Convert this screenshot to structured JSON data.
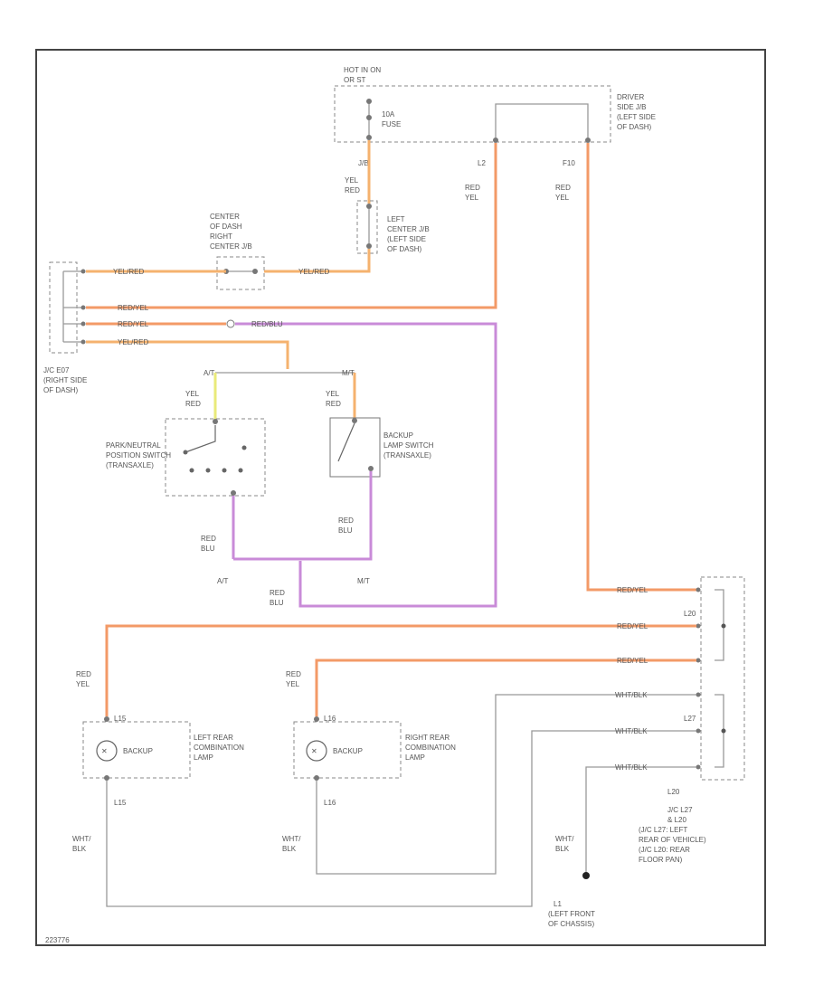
{
  "fuse_box": {
    "label_l1": "HOT IN ON",
    "label_l2": "OR ST",
    "fuse_l1": "10A",
    "fuse_l2": "FUSE"
  },
  "driver_jb": {
    "l1": "DRIVER",
    "l2": "SIDE J/B",
    "l3": "(LEFT SIDE",
    "l4": "OF DASH)"
  },
  "connectors": {
    "jb_top": "J/B",
    "l2": "L2",
    "f10": "F10",
    "l20": "L20",
    "l27": "L27"
  },
  "wires": {
    "yel_red": "YEL/RED",
    "red_yel": "RED/YEL",
    "red_blu": "RED/BLU",
    "yel_red_v1": "YEL",
    "yel_red_v2": "RED",
    "red_yel_v1": "RED",
    "red_yel_v2": "YEL",
    "red_blu_v1": "RED",
    "red_blu_v2": "BLU",
    "wht_blk": "WHT/BLK",
    "wht_v1": "WHT/",
    "wht_v2": "BLK"
  },
  "left_center_jb": {
    "l1": "LEFT",
    "l2": "CENTER J/B",
    "l3": "(LEFT SIDE",
    "l4": "OF DASH)"
  },
  "center_dash_jb": {
    "l1": "CENTER",
    "l2": "OF DASH",
    "l3": "RIGHT",
    "l4": "CENTER J/B"
  },
  "jc_right": {
    "l1": "J/C E07",
    "l2": "(RIGHT SIDE",
    "l3": "OF DASH)"
  },
  "pn_switch": {
    "l1": "PARK/NEUTRAL",
    "l2": "POSITION SWITCH",
    "l3": "(TRANSAXLE)"
  },
  "backup_switch": {
    "l1": "BACKUP",
    "l2": "LAMP SWITCH",
    "l3": "(TRANSAXLE)"
  },
  "trans": {
    "at": "A/T",
    "mt": "M/T"
  },
  "left_lamp": {
    "conn": "L15",
    "gnd_conn": "L15",
    "bulb": "BACKUP",
    "l1": "LEFT REAR",
    "l2": "COMBINATION",
    "l3": "LAMP"
  },
  "right_lamp": {
    "conn": "L16",
    "gnd_conn": "L16",
    "bulb": "BACKUP",
    "l1": "RIGHT REAR",
    "l2": "COMBINATION",
    "l3": "LAMP"
  },
  "jc_rear": {
    "l1": "J/C L27",
    "l2": "& L20",
    "l3": "(J/C L27: LEFT",
    "l4": "REAR OF VEHICLE)",
    "l5": "(J/C L20: REAR",
    "l6": "FLOOR PAN)"
  },
  "ground": {
    "name": "L1",
    "l1": "(LEFT FRONT",
    "l2": "OF CHASSIS)"
  },
  "footer": {
    "code": "223776"
  }
}
